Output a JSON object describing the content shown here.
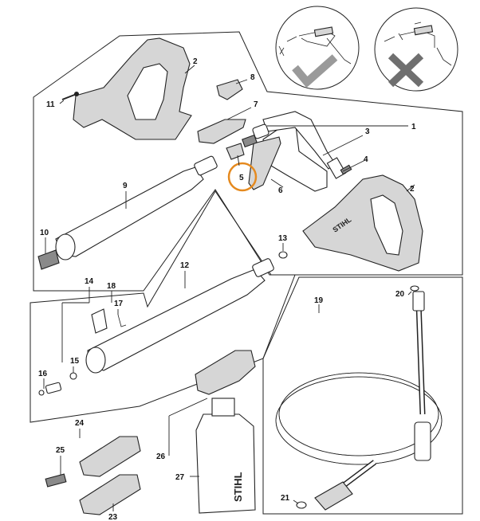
{
  "diagram": {
    "highlight_color": "#e58a1f",
    "callouts": {
      "c1": "1",
      "c2a": "2",
      "c2b": "2",
      "c3": "3",
      "c4": "4",
      "c5": "5",
      "c6": "6",
      "c7": "7",
      "c8": "8",
      "c9": "9",
      "c10": "10",
      "c11": "11",
      "c12": "12",
      "c13": "13",
      "c14": "14",
      "c15": "15",
      "c16": "16",
      "c17": "17",
      "c18": "18",
      "c19": "19",
      "c20": "20",
      "c21": "21",
      "c23": "23",
      "c24": "24",
      "c25": "25",
      "c26": "26",
      "c27": "27"
    },
    "highlighted_callout": "5",
    "brand_marks": [
      "STIHL",
      "STIHL"
    ],
    "inset_symbols": [
      "check-mark",
      "cross-mark"
    ]
  }
}
